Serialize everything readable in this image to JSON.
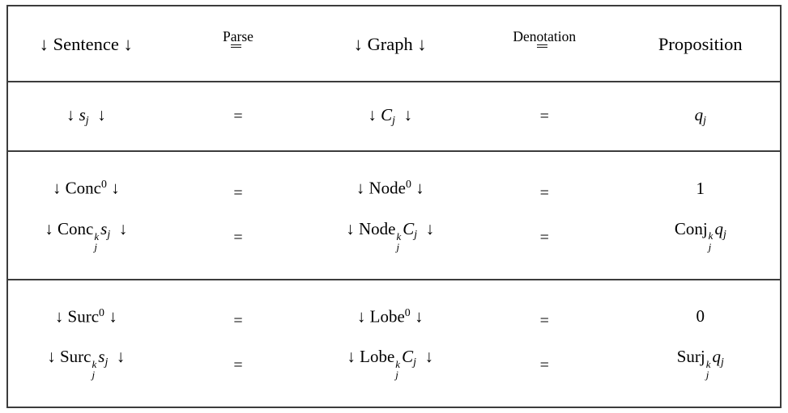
{
  "table": {
    "equals": "=",
    "header": {
      "sentence": [
        {
          "t": "↓ Sentence ↓"
        }
      ],
      "parse": [
        {
          "t": "P"
        },
        {
          "t": "ar",
          "s": "dul"
        },
        {
          "t": "se"
        }
      ],
      "graph": [
        {
          "t": "↓ Graph ↓"
        }
      ],
      "denotation": [
        {
          "t": "Den"
        },
        {
          "t": "ot",
          "s": "dul"
        },
        {
          "t": "ation"
        }
      ],
      "proposition": [
        {
          "t": "Proposition"
        }
      ]
    },
    "groups": [
      {
        "lines": [
          {
            "sentence": [
              {
                "t": "↓ "
              },
              {
                "t": "s",
                "s": "i"
              },
              {
                "t": "j",
                "s": "sub i"
              },
              {
                "t": "  ↓"
              }
            ],
            "graph": [
              {
                "t": "↓ "
              },
              {
                "t": "C",
                "s": "i"
              },
              {
                "t": "j",
                "s": "sub i"
              },
              {
                "t": "  ↓"
              }
            ],
            "proposition": [
              {
                "t": "q",
                "s": "i"
              },
              {
                "t": "j",
                "s": "sub i"
              }
            ]
          }
        ]
      },
      {
        "lines": [
          {
            "sentence": [
              {
                "t": "↓ Conc"
              },
              {
                "t": "0",
                "s": "sup"
              },
              {
                "t": " ↓"
              }
            ],
            "graph": [
              {
                "t": "↓ Node"
              },
              {
                "t": "0",
                "s": "sup"
              },
              {
                "t": " ↓"
              }
            ],
            "proposition": [
              {
                "t": "1"
              }
            ]
          },
          {
            "sentence": [
              {
                "t": "↓ Conc"
              },
              {
                "sup": "k",
                "sub": "j"
              },
              {
                "t": "s",
                "s": "i"
              },
              {
                "t": "j",
                "s": "sub i"
              },
              {
                "t": "  ↓"
              }
            ],
            "graph": [
              {
                "t": "↓ Node"
              },
              {
                "sup": "k",
                "sub": "j"
              },
              {
                "t": "C",
                "s": "i"
              },
              {
                "t": "j",
                "s": "sub i"
              },
              {
                "t": "  ↓"
              }
            ],
            "proposition": [
              {
                "t": "Conj"
              },
              {
                "sup": "k",
                "sub": "j"
              },
              {
                "t": "q",
                "s": "i"
              },
              {
                "t": "j",
                "s": "sub i"
              }
            ]
          }
        ]
      },
      {
        "lines": [
          {
            "sentence": [
              {
                "t": "↓ Surc"
              },
              {
                "t": "0",
                "s": "sup"
              },
              {
                "t": " ↓"
              }
            ],
            "graph": [
              {
                "t": "↓ Lobe"
              },
              {
                "t": "0",
                "s": "sup"
              },
              {
                "t": " ↓"
              }
            ],
            "proposition": [
              {
                "t": "0"
              }
            ]
          },
          {
            "sentence": [
              {
                "t": "↓ Surc"
              },
              {
                "sup": "k",
                "sub": "j"
              },
              {
                "t": "s",
                "s": "i"
              },
              {
                "t": "j",
                "s": "sub i"
              },
              {
                "t": "  ↓"
              }
            ],
            "graph": [
              {
                "t": "↓ Lobe"
              },
              {
                "sup": "k",
                "sub": "j"
              },
              {
                "t": "C",
                "s": "i"
              },
              {
                "t": "j",
                "s": "sub i"
              },
              {
                "t": "  ↓"
              }
            ],
            "proposition": [
              {
                "t": "Surj"
              },
              {
                "sup": "k",
                "sub": "j"
              },
              {
                "t": "q",
                "s": "i"
              },
              {
                "t": "j",
                "s": "sub i"
              }
            ]
          }
        ]
      }
    ]
  }
}
